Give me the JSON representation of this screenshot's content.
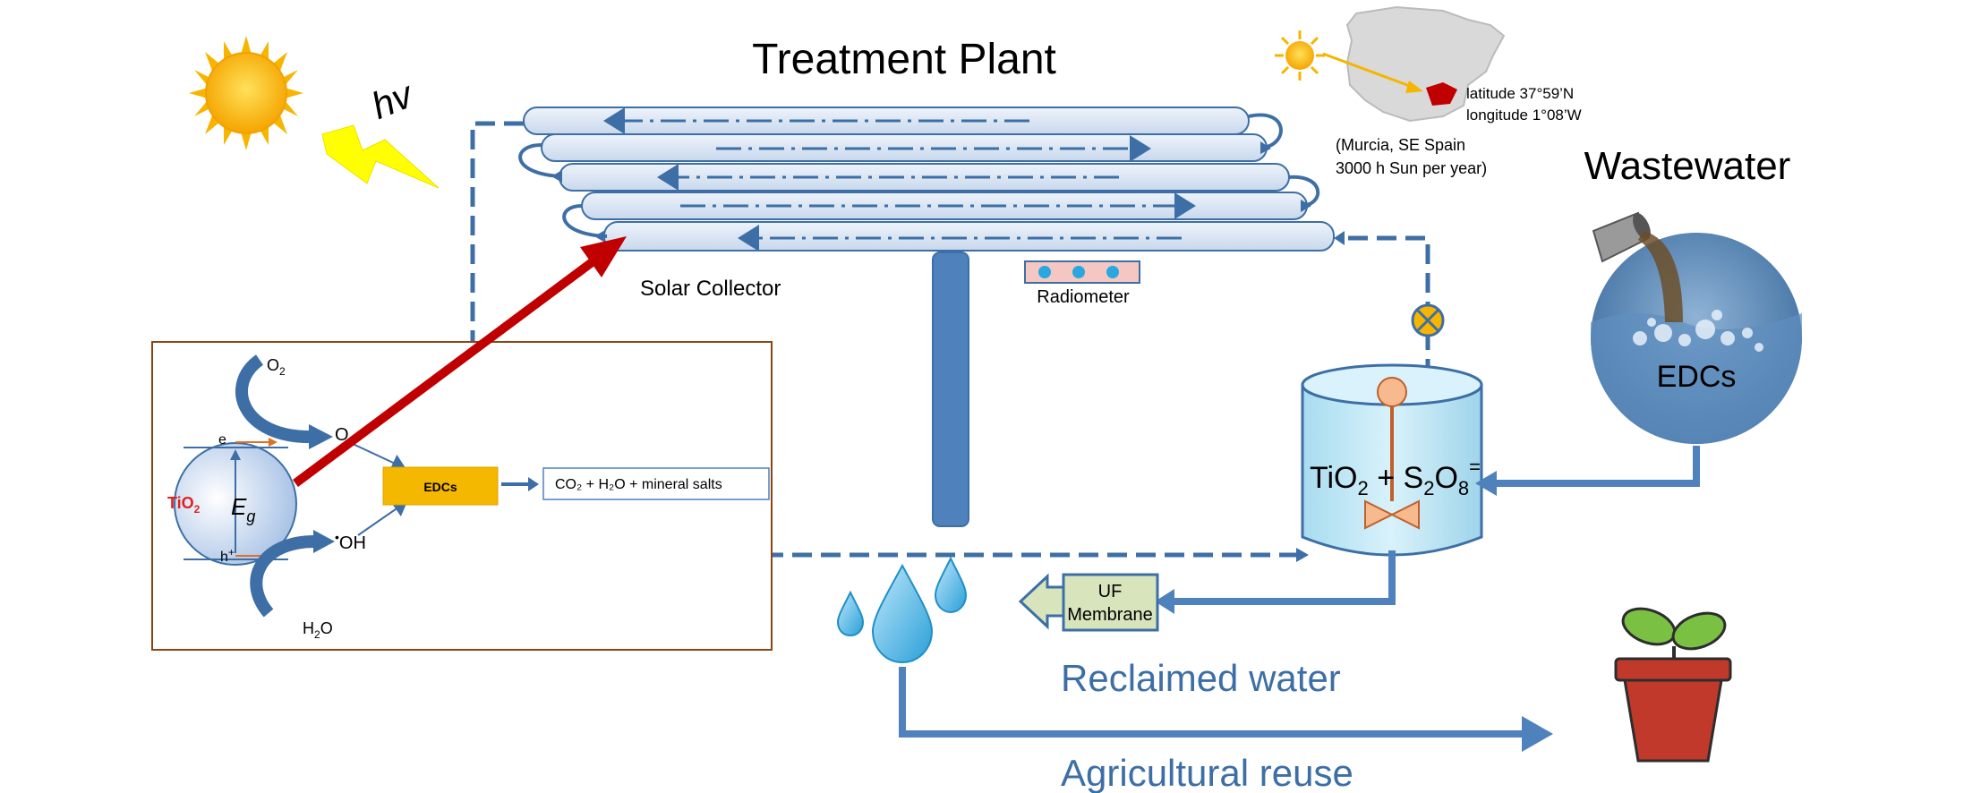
{
  "title": "Treatment Plant",
  "hv_label": "hv",
  "location": {
    "latitude": "latitude 37°59’N",
    "longitude": "longitude 1°08’W",
    "place": "(Murcia, SE  Spain",
    "sun_hours": "3000 h   Sun per year)"
  },
  "wastewater_label": "Wastewater",
  "wastewater_edcs": "EDCs",
  "solar_collector_label": "Solar Collector",
  "radiometer_label": "Radiometer",
  "reactor_label": {
    "tio2": "TiO",
    "tio2_sub": "2",
    "plus": " + S",
    "s_sub": "2",
    "o": "O",
    "o_sub": "8",
    "charge": "="
  },
  "uf_membrane": {
    "line1": "UF",
    "line2": "Membrane"
  },
  "reclaimed_water_label": "Reclaimed water",
  "agricultural_reuse_label": "Agricultural reuse",
  "inset": {
    "o2": "O",
    "o2_sub": "2",
    "superoxide": "O",
    "tio2": "TiO",
    "tio2_sub": "2",
    "eg": "E",
    "eg_sub": "g",
    "electron": "e",
    "hole": "h",
    "hole_sup": "+",
    "oh": "OH",
    "oh_dot": "•",
    "h2o": "H",
    "h2o_sub": "2",
    "h2o_o": "O",
    "edcs_box": "EDCs",
    "products": "CO₂ + H₂O + mineral salts"
  },
  "colors": {
    "pipe_blue": "#3d6fa6",
    "pipe_fill": "#dde8f5",
    "red_arrow": "#c00000",
    "inset_border": "#8b4513",
    "edcs_yellow": "#f5b800",
    "lightning": "#ffff00",
    "membrane_green": "#d8e4bc",
    "pot_red": "#c0392b",
    "sun": "#f7b500"
  }
}
